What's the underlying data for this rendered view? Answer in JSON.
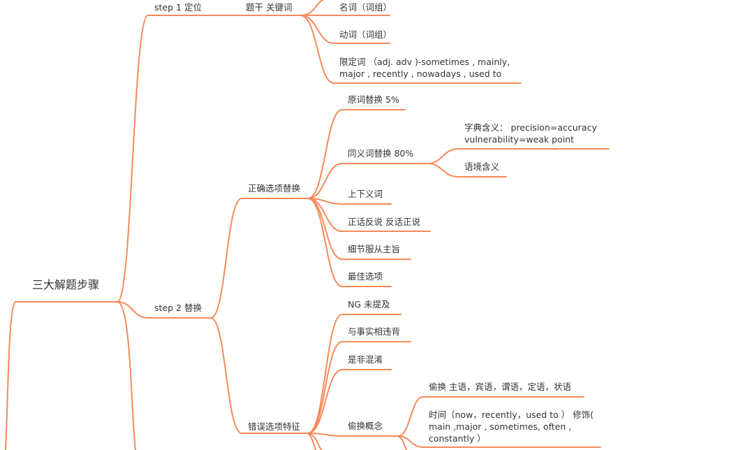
{
  "accent_color": "#f7895a",
  "root": "三大解题步骤",
  "branches": {
    "step1": "step 1 定位",
    "step2": "step 2 替换"
  },
  "step1_children": {
    "keywords": "题干 关键词"
  },
  "keywords_children": {
    "noun": "名词（词组）",
    "verb": "动词（词组）",
    "qualifier": "限定词 （adj. adv )-sometimes , mainly, major , recently , nowadays , used to"
  },
  "step2_children": {
    "correct": "正确选项替换",
    "wrong": "错误选项特征"
  },
  "correct_children": {
    "original": "原词替换 5%",
    "synonym": "同义词替换 80%",
    "hypernym": "上下义词",
    "positive_negative": "正话反说 反话正说",
    "detail": "细节服从主旨",
    "best": "最佳选项"
  },
  "synonym_children": {
    "dictionary": "字典含义： precision=accuracy vulnerability=weak point",
    "context": "语境含义"
  },
  "wrong_children": {
    "ng": "NG 未提及",
    "contrary": "与事实相违背",
    "confusion": "是非混淆",
    "concept_swap": "偷换概念"
  },
  "concept_swap_children": {
    "grammar": "偷换 主语，宾语，谓语，定语，状语",
    "time": "时间（now，recently，used to ） 修饰( main ,major , sometimes, often , constantly ）"
  }
}
